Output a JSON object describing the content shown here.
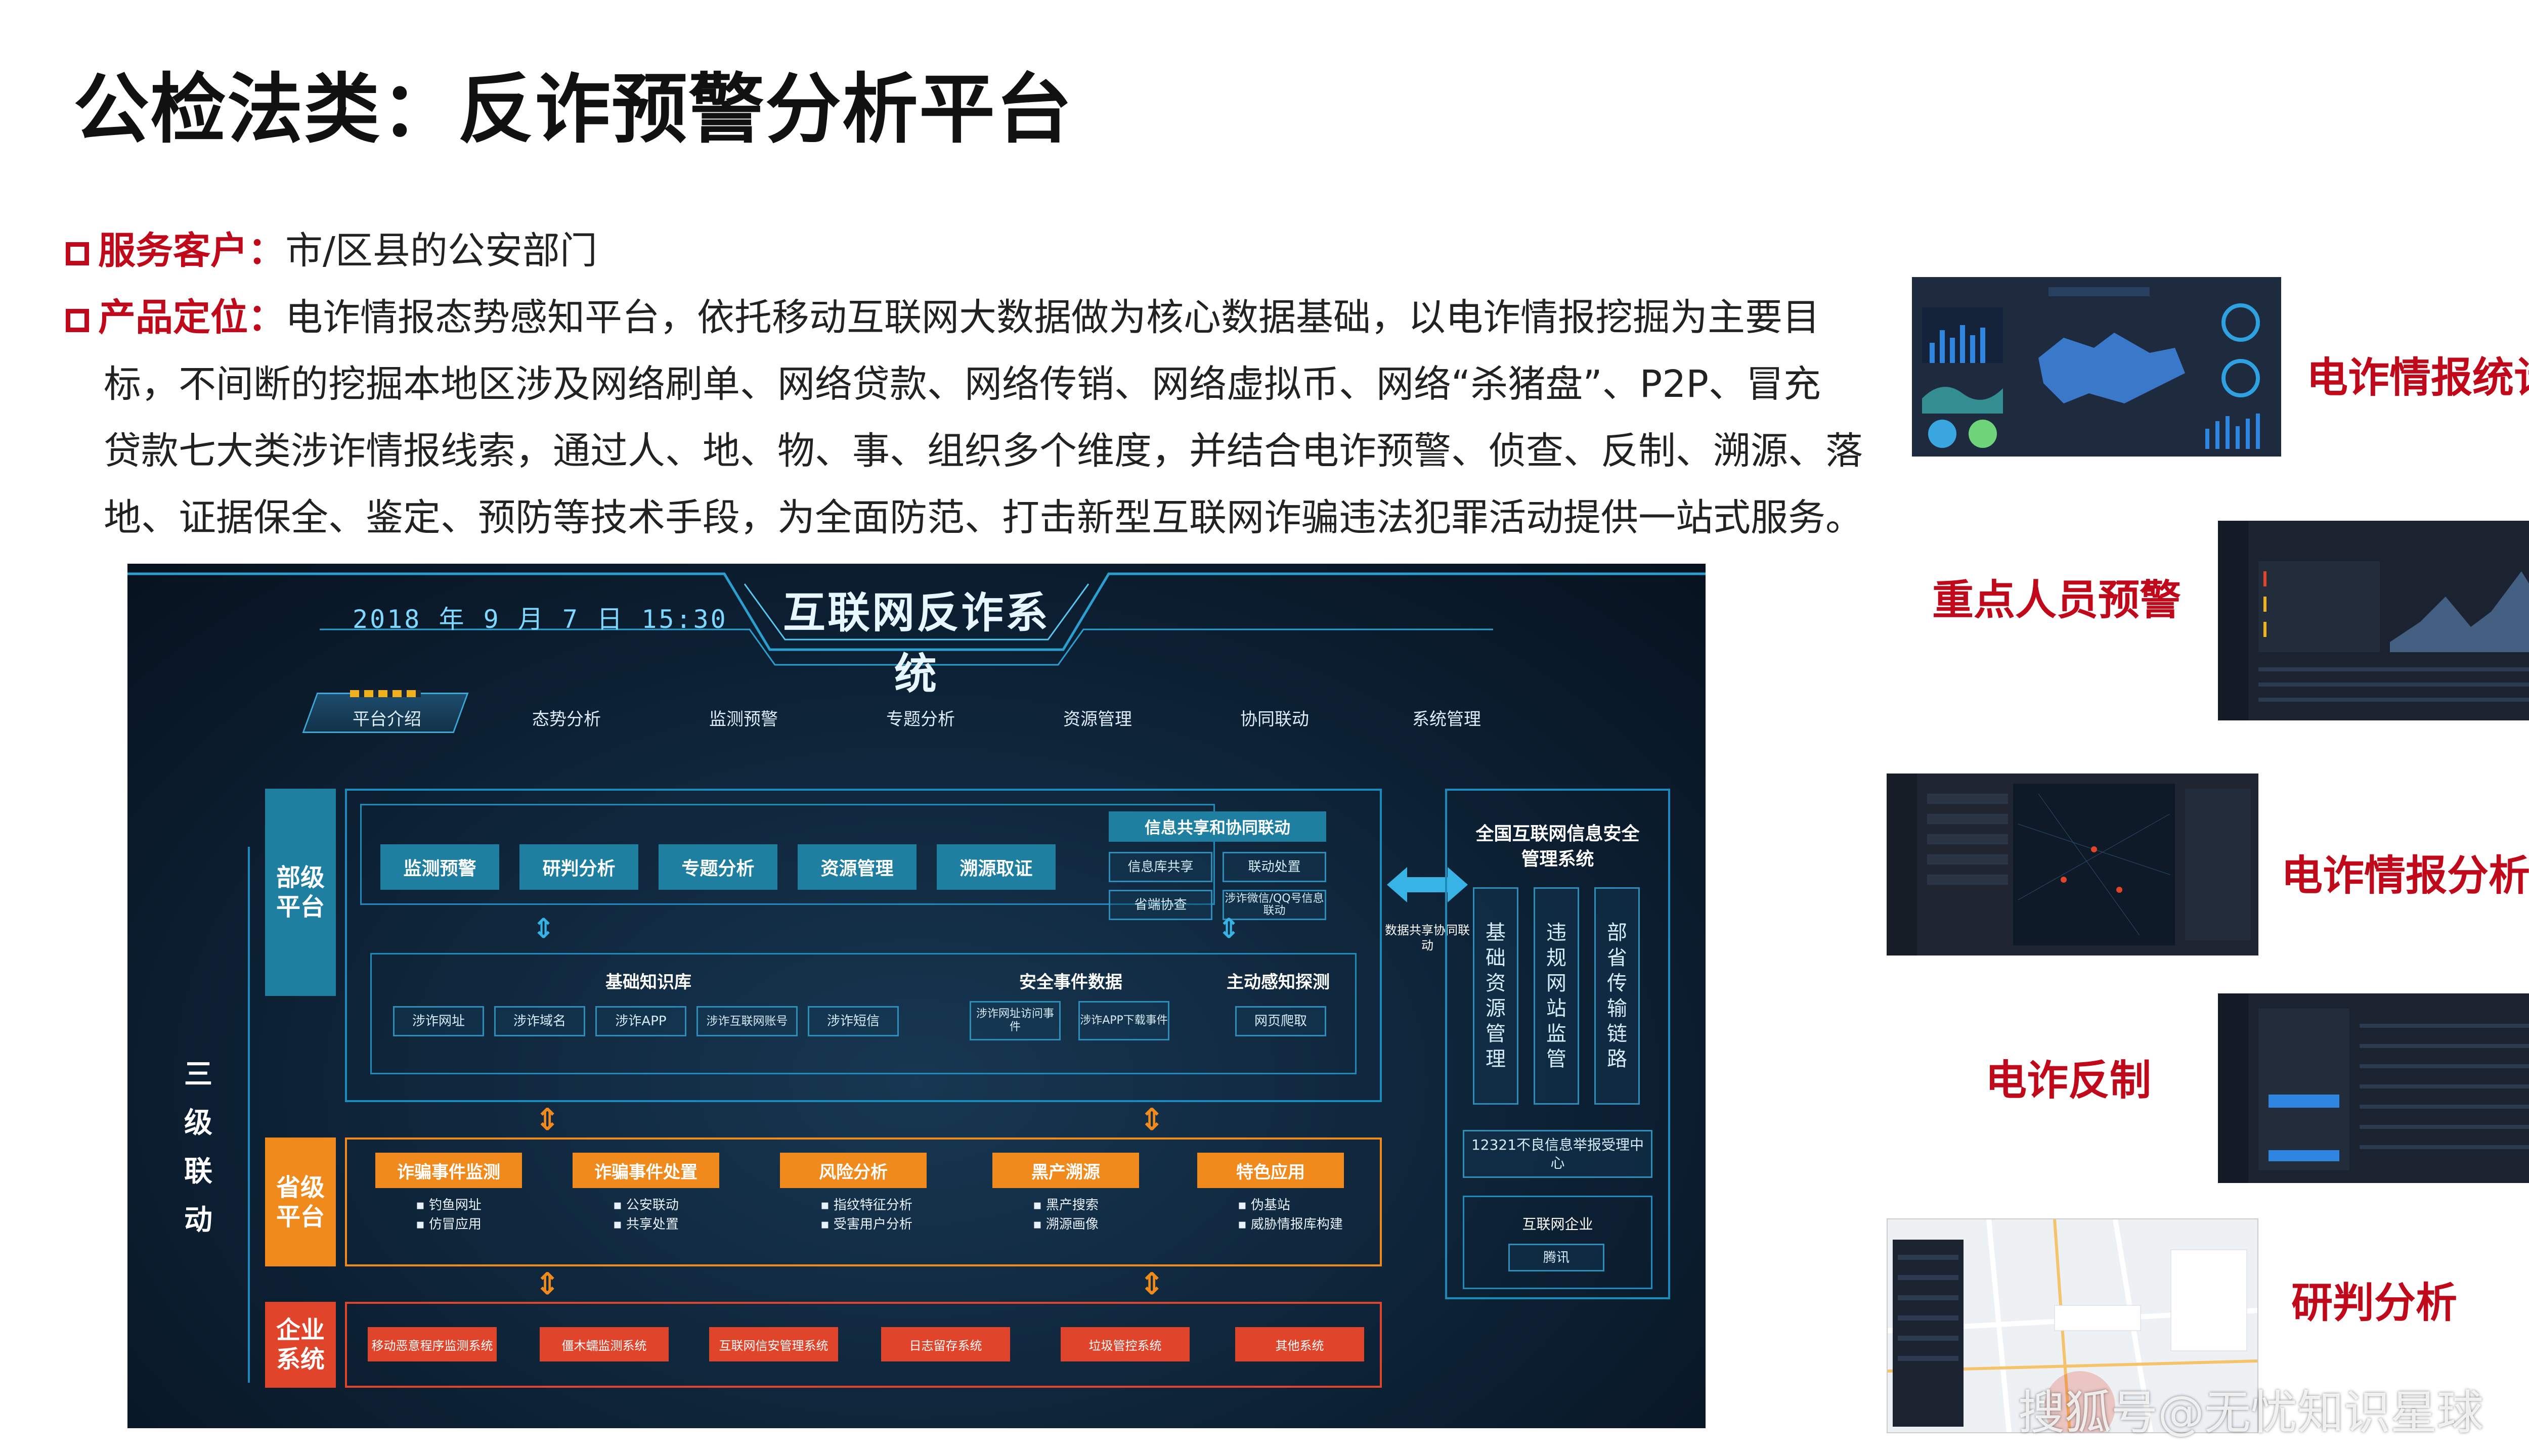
{
  "title": "公检法类：反诈预警分析平台",
  "bullets": [
    {
      "key": "服务客户：",
      "text": "市/区县的公安部门"
    },
    {
      "key": "产品定位：",
      "lines": [
        "电诈情报态势感知平台，依托移动互联网大数据做为核心数据基础，以电诈情报挖掘为主要目",
        "标，不间断的挖掘本地区涉及网络刷单、网络贷款、网络传销、网络虚拟币、网络“杀猪盘”、P2P、冒充",
        "贷款七大类涉诈情报线索，通过人、地、物、事、组织多个维度，并结合电诈预警、侦查、反制、溯源、落",
        "地、证据保全、鉴定、预防等技术手段，为全面防范、打击新型互联网诈骗违法犯罪活动提供一站式服务。"
      ]
    }
  ],
  "system": {
    "datetime": "2018 年 9 月 7 日  15:30",
    "title": "互联网反诈系统",
    "nav": [
      "平台介绍",
      "态势分析",
      "监测预警",
      "专题分析",
      "资源管理",
      "协同联动",
      "系统管理"
    ],
    "side_main": "三级联动",
    "ministry": {
      "label": "部级平台",
      "modules": [
        "监测预警",
        "研判分析",
        "专题分析",
        "资源管理",
        "溯源取证"
      ],
      "info_share": {
        "title": "信息共享和协同联动",
        "items": [
          "信息库共享",
          "联动处置",
          "省端协查",
          "涉诈微信/QQ号信息联动"
        ]
      },
      "knowledge": {
        "title": "基础知识库",
        "items": [
          "涉诈网址",
          "涉诈域名",
          "涉诈APP",
          "涉诈互联网账号",
          "涉诈短信"
        ]
      },
      "security": {
        "title": "安全事件数据",
        "items": [
          "涉诈网址访问事件",
          "涉诈APP下载事件"
        ]
      },
      "probe": {
        "title": "主动感知探测",
        "items": [
          "网页爬取"
        ]
      }
    },
    "province": {
      "label": "省级平台",
      "groups": [
        {
          "title": "诈骗事件监测",
          "items": [
            "钓鱼网址",
            "仿冒应用"
          ]
        },
        {
          "title": "诈骗事件处置",
          "items": [
            "公安联动",
            "共享处置"
          ]
        },
        {
          "title": "风险分析",
          "items": [
            "指纹特征分析",
            "受害用户分析"
          ]
        },
        {
          "title": "黑产溯源",
          "items": [
            "黑产搜索",
            "溯源画像"
          ]
        },
        {
          "title": "特色应用",
          "items": [
            "伪基站",
            "威胁情报库构建"
          ]
        }
      ]
    },
    "enterprise": {
      "label": "企业系统",
      "items": [
        "移动恶意程序监测系统",
        "僵木蠕监测系统",
        "互联网信安管理系统",
        "日志留存系统",
        "垃圾管控系统",
        "其他系统"
      ]
    },
    "exchange_label": "数据共享协同联动",
    "right_panel": {
      "title": "全国互联网信息安全管理系统",
      "columns": [
        "基础资源管理",
        "违规网站监管",
        "部省传输链路"
      ],
      "report": "12321不良信息举报受理中心",
      "enterprise_title": "互联网企业",
      "enterprise_item": "腾讯"
    }
  },
  "thumbs": [
    {
      "label": "电诈情报统计"
    },
    {
      "label": "重点人员预警"
    },
    {
      "label": "电诈情报分析"
    },
    {
      "label": "电诈反制"
    },
    {
      "label": "研判分析"
    }
  ],
  "watermark": "搜狐号@无忧知识星球"
}
